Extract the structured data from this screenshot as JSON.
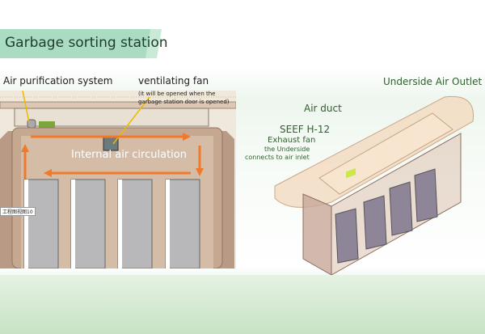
{
  "slide": {
    "title": "Garbage sorting station"
  },
  "left_diagram": {
    "label_air_purification": "Air purification system",
    "label_ventilating_fan": "ventilating fan",
    "label_fan_note_1": "(it will be opened when the",
    "label_fan_note_2": "garbage station door is opened)",
    "label_circulation": "Internal air circulation",
    "view_tag": "工程图视图10",
    "bin_count": 4,
    "arrow_color": "#f07a2c"
  },
  "right_diagram": {
    "label_outlet": "Underside Air Outlet",
    "label_duct": "Air duct",
    "label_model": "SEEF H-12",
    "label_fan": "Exhaust fan",
    "label_underside": "the Underside",
    "label_inlet": "connects to air inlet",
    "label_color": "#2f5f2e"
  }
}
